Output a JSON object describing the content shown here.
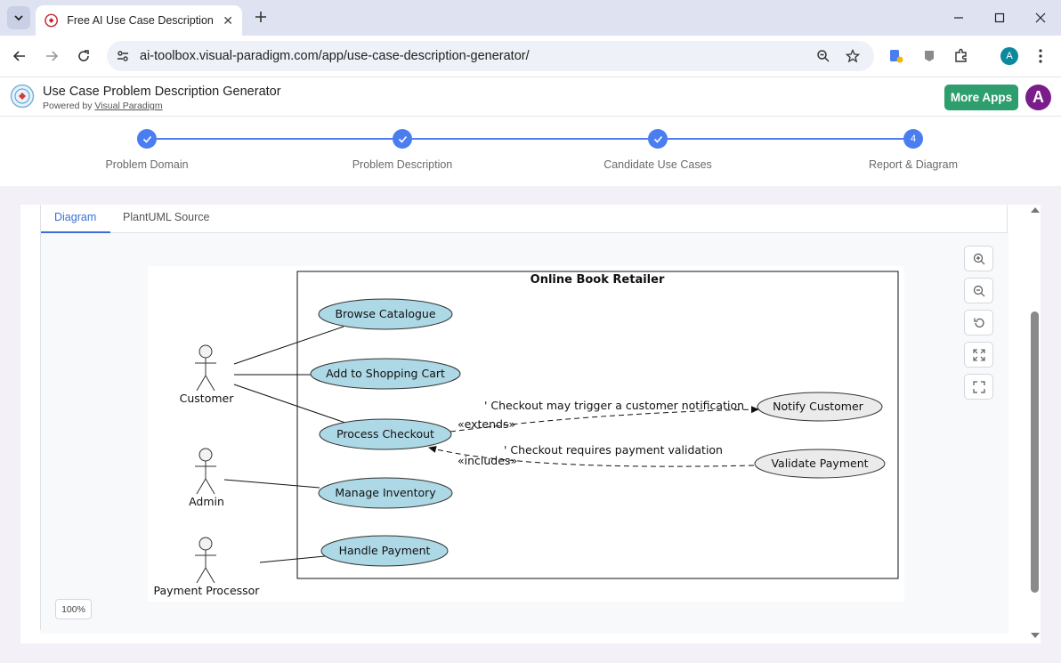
{
  "browser": {
    "tab_title": "Free AI Use Case Description Generator",
    "url": "ai-toolbox.visual-paradigm.com/app/use-case-description-generator/",
    "profile_initial": "A"
  },
  "app": {
    "title": "Use Case Problem Description Generator",
    "powered_prefix": "Powered by",
    "powered_link": "Visual Paradigm",
    "more_apps": "More Apps",
    "avatar_initial": "A"
  },
  "stepper": {
    "steps": [
      {
        "label": "Problem Domain",
        "state": "done"
      },
      {
        "label": "Problem Description",
        "state": "done"
      },
      {
        "label": "Candidate Use Cases",
        "state": "done"
      },
      {
        "label": "Report & Diagram",
        "state": "current",
        "number": "4"
      }
    ],
    "accent": "#4a7ef0"
  },
  "panel": {
    "tabs": [
      {
        "label": "Diagram",
        "active": true
      },
      {
        "label": "PlantUML Source",
        "active": false
      }
    ],
    "zoom_level": "100%"
  },
  "diagram": {
    "system_name": "Online Book Retailer",
    "actors": [
      "Customer",
      "Admin",
      "Payment Processor"
    ],
    "use_cases": [
      "Browse Catalogue",
      "Add to Shopping Cart",
      "Process Checkout",
      "Manage Inventory",
      "Handle Payment"
    ],
    "external_use_cases": [
      "Notify Customer",
      "Validate Payment"
    ],
    "relations": {
      "extends_note": "' Checkout may trigger a customer notification",
      "extends_label": "«extends»",
      "includes_note": "' Checkout requires payment validation",
      "includes_label": "«includes»"
    },
    "colors": {
      "use_case_fill": "#add8e6",
      "external_fill": "#ebebeb"
    }
  }
}
